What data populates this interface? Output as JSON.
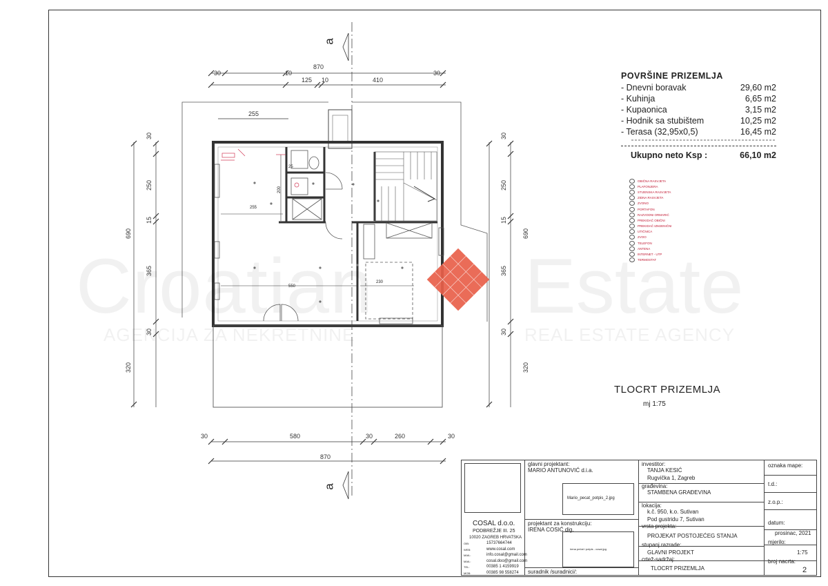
{
  "section_marks": {
    "top": "a",
    "bottom": "a"
  },
  "dimensions": {
    "top_total": "870",
    "top_parts": [
      "30",
      "10",
      "30",
      "125",
      "10",
      "410",
      "255"
    ],
    "bottom_total": "870",
    "bottom_parts": [
      "30",
      "580",
      "30",
      "260",
      "30"
    ],
    "left": [
      "30",
      "250",
      "15",
      "365",
      "30",
      "320",
      "690"
    ],
    "right": [
      "30",
      "250",
      "15",
      "365",
      "30",
      "320",
      "690"
    ],
    "inner": [
      "25",
      "200",
      "255",
      "550",
      "230",
      "255"
    ]
  },
  "areas": {
    "title": "POVRŠINE PRIZEMLJA",
    "rows": [
      {
        "name": "- Dnevni boravak",
        "value": "29,60 m2"
      },
      {
        "name": "- Kuhinja",
        "value": "6,65 m2"
      },
      {
        "name": "- Kupaonica",
        "value": "3,15 m2"
      },
      {
        "name": "- Hodnik sa stubištem",
        "value": "10,25 m2"
      },
      {
        "name": "- Terasa (32,95x0,5)",
        "value": "16,45 m2"
      }
    ],
    "total_label": "Ukupno neto Ksp :",
    "total_value": "66,10 m2"
  },
  "legend": [
    "OBIČNA RASVJETA",
    "PLAFONJERA",
    "STIJENSKA RASVJETA",
    "ZIDNA RASVJETA",
    "ZVONO",
    "PORTAFON",
    "RAZVODNI ORMARIĆ",
    "PREKIDAČ OBIČNI",
    "PREKIDAČ IZMJENIČNI",
    "UTIČNICA",
    "ZVOO",
    "TELEFON",
    "ANTENA",
    "INTERNET - UTP",
    "TERMOSTAT"
  ],
  "plan_title": "TLOCRT  PRIZEMLJA",
  "plan_scale": "mj 1:75",
  "watermark": {
    "main_left": "Croatian",
    "main_right": "Estate",
    "sub_left": "AGENCIJA ZA NEKRETNINE",
    "sub_right": "REAL ESTATE AGENCY"
  },
  "title_block": {
    "logo_placeholder": "",
    "company": "COSAL d.o.o.",
    "address1": "PODBREŽJE  III.  25",
    "address2": "10020 ZAGREB HRVATSKA",
    "contacts": [
      {
        "label": "OIB:",
        "value": "15737664744"
      },
      {
        "label": "WEB:",
        "value": "www.cosal.com"
      },
      {
        "label": "MAIL:",
        "value": "info.cosal@gmail.com"
      },
      {
        "label": "MAIL:",
        "value": "cosal.doo@gmail.com"
      },
      {
        "label": "TEL:",
        "value": "00385 1 4159919"
      },
      {
        "label": "MOB:",
        "value": "00385 98 558274"
      }
    ],
    "glavni_projektant_label": "glavni projektant:",
    "glavni_projektant": "MARIO ANTUNOVIĆ d.i.a.",
    "signature1": "Mario_pecat_potpis_2.jpg",
    "konstrukcija_label": "projektant za konstrukciju:",
    "konstrukcija": "IRENA COSIĆ dig.",
    "signature2": "irena pečat i potpis - cosal.jpg",
    "suradnik_label": "suradnik /suradnici/:",
    "investitor_label": "investitor:",
    "investitor_name": "TANJA KESIĆ",
    "investitor_address": "Rugvička 1, Zagreb",
    "gradevina_label": "građevina:",
    "gradevina": "STAMBENA GRAĐEVINA",
    "lokacija_label": "lokacija:",
    "lokacija1": "k.č. 950,   k.o. Sutivan",
    "lokacija2": "Pod gustridu 7, Sutivan",
    "vrsta_label": "vrsta projekta:",
    "vrsta": "PROJEKAT POSTOJEĆEG STANJA",
    "stupanj_label": "stupanj razrade:",
    "stupanj": "GLAVNI PROJEKT",
    "crtez_label": "crtež-sadržaj:",
    "crtez": "TLOCRT  PRIZEMLJA",
    "oznaka_label": "oznaka mape:",
    "td_label": "t.d.:",
    "zop_label": "z.o.p.:",
    "datum_label": "datum:",
    "datum": "prosinac, 2021",
    "mjerilo_label": "mjerilo:",
    "mjerilo": "1:75",
    "broj_label": "broj nacrta:",
    "broj": "2"
  }
}
